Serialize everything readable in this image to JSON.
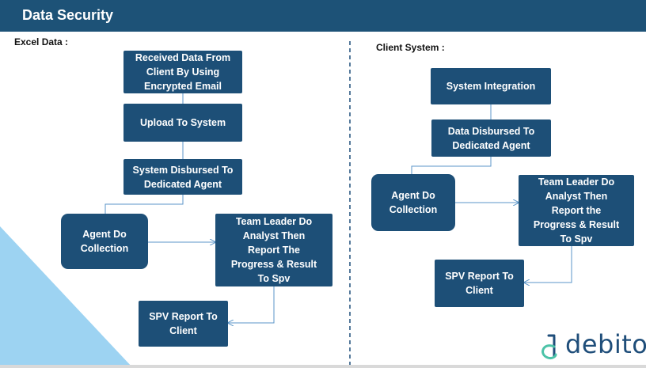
{
  "header": {
    "title": "Data Security"
  },
  "colors": {
    "header_bg": "#1d5277",
    "box_fill": "#1d4f77",
    "connector": "#5b95c8",
    "accent_triangle": "#9dd3f2",
    "logo_primary": "#1f4e7a",
    "logo_accent": "#4cc3a8"
  },
  "left": {
    "label": "Excel Data :",
    "nodes": {
      "received": "Received Data From\nClient By Using\nEncrypted Email",
      "upload": "Upload To System",
      "disbursed": "System Disbursed To\nDedicated Agent",
      "agent": "Agent Do\nCollection",
      "team_leader": "Team Leader Do\nAnalyst Then\nReport  The\nProgress & Result\nTo Spv",
      "spv": "SPV Report To\nClient"
    }
  },
  "right": {
    "label": "Client System :",
    "nodes": {
      "integration": "System Integration",
      "disbursed": "Data Disbursed To\nDedicated Agent",
      "agent": "Agent Do\nCollection",
      "team_leader": "Team Leader Do\nAnalyst Then\nReport the\nProgress & Result\nTo Spv",
      "spv": "SPV Report To\nClient"
    }
  },
  "logo": {
    "text": "debito",
    "icon": "debito-logo-icon"
  }
}
